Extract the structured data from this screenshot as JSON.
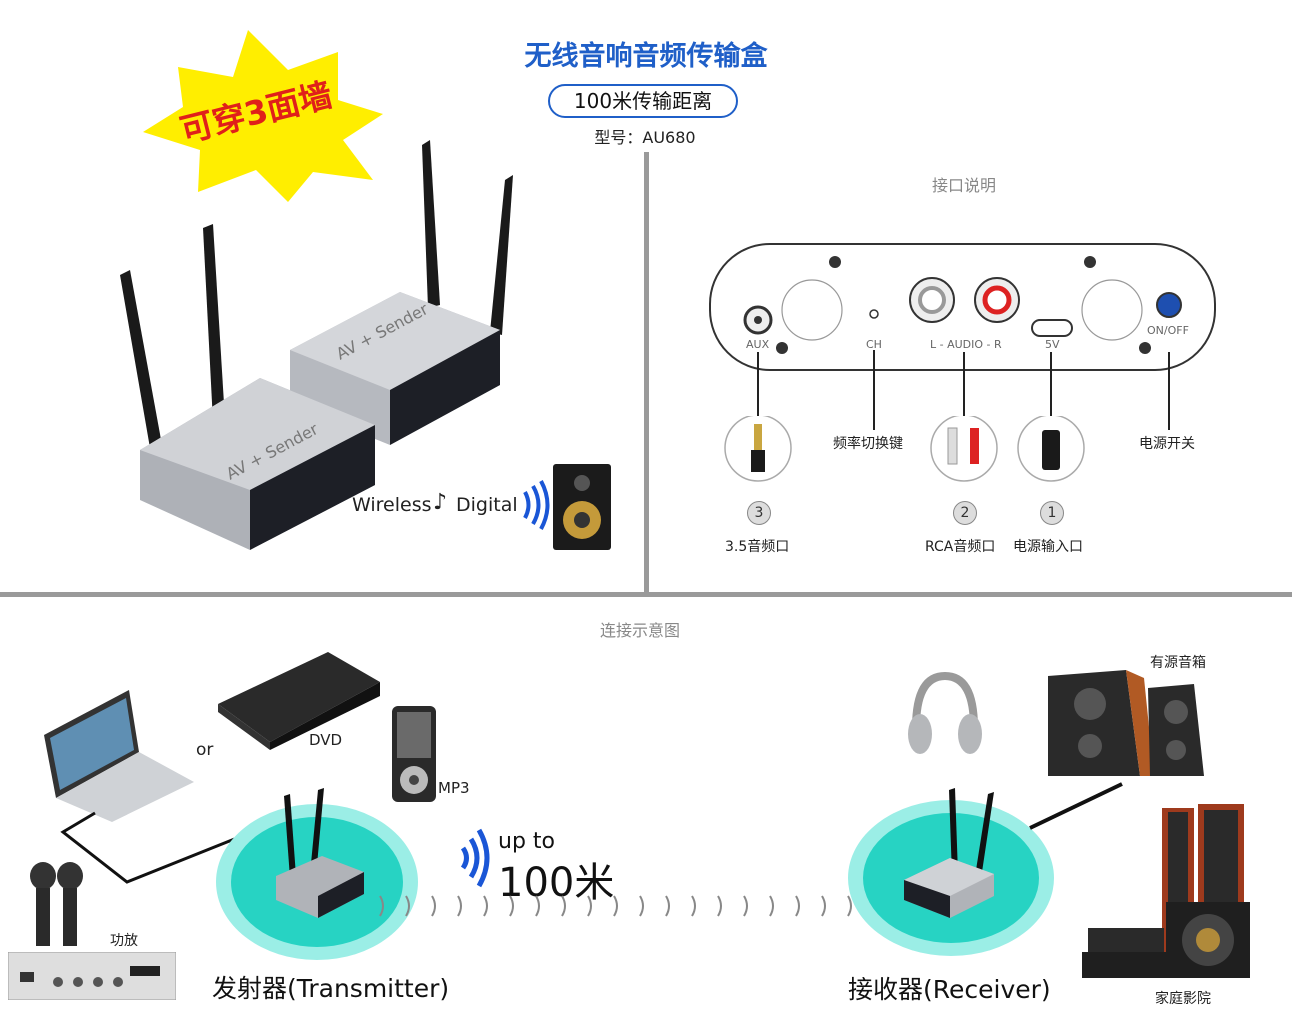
{
  "header": {
    "title": "无线音响音频传输盒",
    "badge": "100米传输距离",
    "model": "型号：AU680",
    "burst": "可穿3面墙"
  },
  "interface": {
    "section_title": "接口说明",
    "panel_ports": {
      "aux": "AUX",
      "ch": "CH",
      "audio": "L - AUDIO - R",
      "power_5v": "5V",
      "on_off": "ON/OFF"
    },
    "callouts": {
      "ch_label": "频率切换键",
      "power_switch_label": "电源开关"
    },
    "numbered": [
      {
        "num": "3",
        "label": "3.5音频口"
      },
      {
        "num": "2",
        "label": "RCA音频口"
      },
      {
        "num": "1",
        "label": "电源输入口"
      }
    ]
  },
  "product": {
    "wireless_digital": "Wireless",
    "digital": "Digital"
  },
  "connection": {
    "section_title": "连接示意图",
    "or_label": "or",
    "dvd_label": "DVD",
    "mp3_label": "MP3",
    "amp_label": "功放",
    "transmitter_label": "发射器(Transmitter)",
    "receiver_label": "接收器(Receiver)",
    "up_to": "up to",
    "distance": "100米",
    "active_speakers_label": "有源音箱",
    "home_theater_label": "家庭影院"
  },
  "colors": {
    "title_blue": "#1f5fc8",
    "burst_yellow": "#ffee00",
    "burst_red": "#e0201a",
    "zone_cyan": "#27d3c3",
    "signal_blue": "#1a56d6",
    "divider_gray": "#9a9a9a"
  }
}
